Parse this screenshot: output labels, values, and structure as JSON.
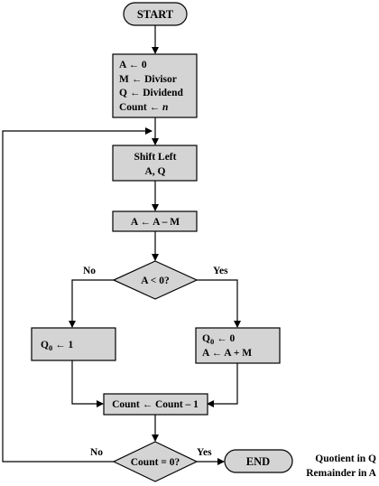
{
  "flowchart": {
    "start": "START",
    "init": {
      "line1": "A ← 0",
      "line2": "M ← Divisor",
      "line3": "Q ← Dividend",
      "line4_prefix": "Count ← ",
      "line4_var": "n"
    },
    "shift": {
      "line1": "Shift Left",
      "line2": "A, Q"
    },
    "subtract": "A ← A – M",
    "decision_a": "A < 0?",
    "no_label_1": "No",
    "yes_label_1": "Yes",
    "q0_one": {
      "q": "Q",
      "sub": "0",
      "rest": " ← 1"
    },
    "q0_zero": {
      "q": "Q",
      "sub": "0",
      "rest": " ← 0",
      "line2": "A ← A + M"
    },
    "decrement": "Count ← Count – 1",
    "decision_count": "Count = 0?",
    "no_label_2": "No",
    "yes_label_2": "Yes",
    "end": "END",
    "result": {
      "line1": "Quotient in Q",
      "line2": "Remainder in A"
    }
  }
}
